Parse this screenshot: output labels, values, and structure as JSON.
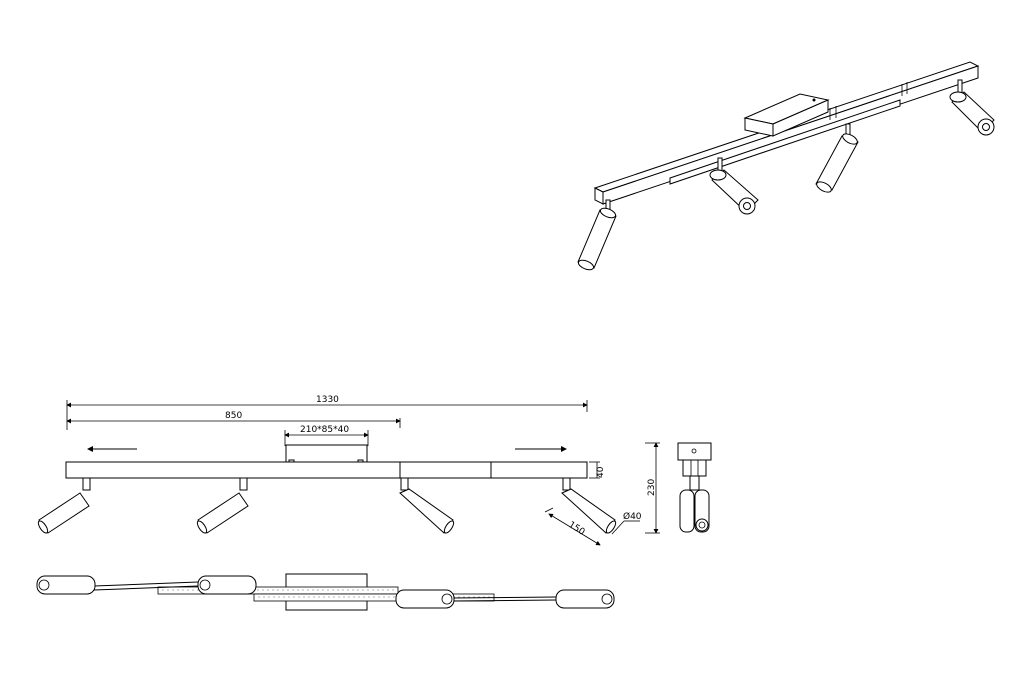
{
  "dimensions": {
    "overall_length": "1330",
    "adjustable_length": "850",
    "canopy_size": "210*85*40",
    "bar_height": "40",
    "total_height": "230",
    "spot_length": "150",
    "spot_diameter": "Ø40"
  },
  "colors": {
    "line": "#000000",
    "background": "#ffffff",
    "texture": "#9a9a9a"
  },
  "icons": [
    "arrow-left-icon",
    "arrow-right-icon"
  ]
}
